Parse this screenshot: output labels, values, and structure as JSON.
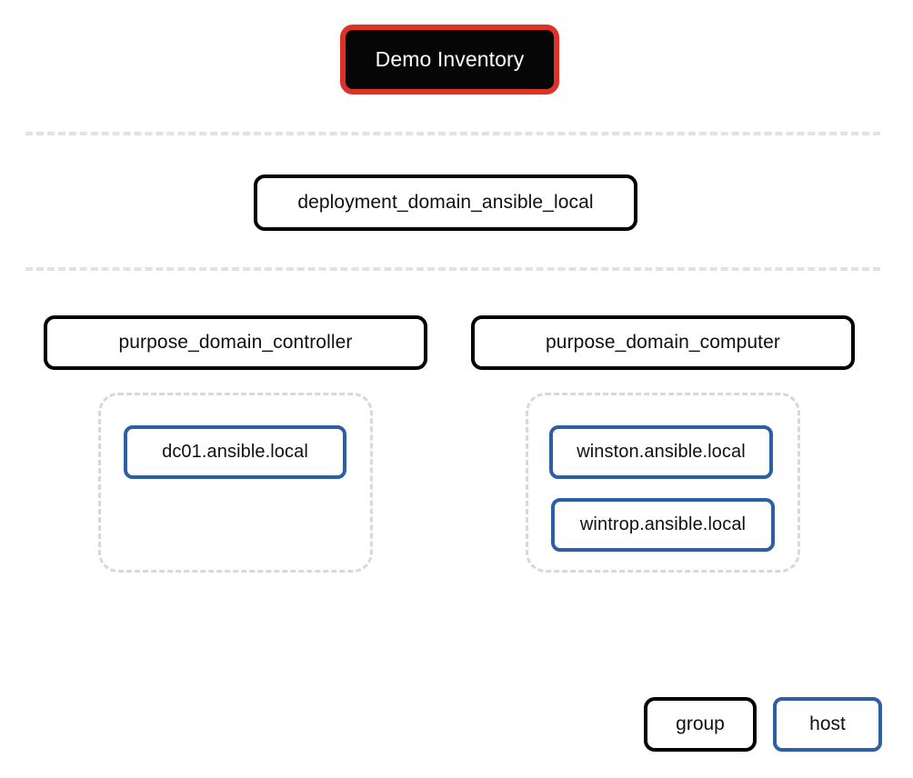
{
  "diagram": {
    "title": "Demo Inventory",
    "type": "ansible-inventory-tree",
    "root": {
      "label": "Demo Inventory",
      "kind": "inventory",
      "box_color": "#060606",
      "border_color": "#e03127",
      "text_color": "#ffffff"
    },
    "levels": [
      {
        "name": "level-deployment",
        "nodes": [
          {
            "label": "deployment_domain_ansible_local",
            "kind": "group"
          }
        ]
      },
      {
        "name": "level-purpose",
        "nodes": [
          {
            "label": "purpose_domain_controller",
            "kind": "group"
          },
          {
            "label": "purpose_domain_computer",
            "kind": "group"
          }
        ]
      }
    ],
    "clusters": [
      {
        "name": "cluster-domain-controller",
        "parent": "purpose_domain_controller",
        "hosts": [
          {
            "label": "dc01.ansible.local",
            "kind": "host"
          }
        ]
      },
      {
        "name": "cluster-domain-computer",
        "parent": "purpose_domain_computer",
        "hosts": [
          {
            "label": "winston.ansible.local",
            "kind": "host"
          },
          {
            "label": "wintrop.ansible.local",
            "kind": "host"
          }
        ]
      }
    ],
    "separators": [
      {
        "name": "rank-separator-1"
      },
      {
        "name": "rank-separator-2"
      }
    ]
  },
  "legend": {
    "items": [
      {
        "label": "group",
        "kind": "group",
        "border_color": "#000000"
      },
      {
        "label": "host",
        "kind": "host",
        "border_color": "#2d5fa4"
      }
    ]
  },
  "colors": {
    "root_fill": "#060606",
    "root_border": "#e03127",
    "group_border": "#000000",
    "host_border": "#2d5fa4",
    "cluster_border": "#d8d8d8",
    "separator": "#e2e2e2",
    "background": "#ffffff"
  }
}
